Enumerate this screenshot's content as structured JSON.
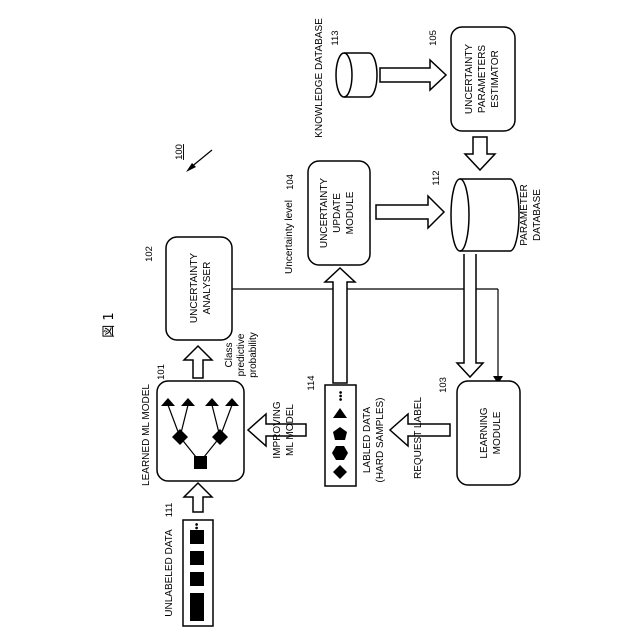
{
  "figure": {
    "label": "図 1",
    "system_ref": "100"
  },
  "components": {
    "unlabeled_data": {
      "label": "UNLABELED DATA",
      "ref": "111",
      "ellipsis": "•••"
    },
    "learned_model": {
      "label": "LEARNED ML MODEL",
      "ref": "101"
    },
    "uncertainty_analyser": {
      "line1": "UNCERTAINTY",
      "line2": "ANALYSER",
      "ref": "102"
    },
    "learning_module": {
      "line1": "LEARNING",
      "line2": "MODULE",
      "ref": "103"
    },
    "uncertainty_update": {
      "line1": "UNCERTAINTY",
      "line2": "UPDATE",
      "line3": "MODULE",
      "ref": "104"
    },
    "param_estimator": {
      "line1": "UNCERTAINTY",
      "line2": "PARAMETERS",
      "line3": "ESTIMATOR",
      "ref": "105"
    },
    "knowledge_db": {
      "label": "KNOWLEDGE DATABASE",
      "ref": "113"
    },
    "parameter_db": {
      "line1": "PARAMETER",
      "line2": "DATABASE",
      "ref": "112"
    },
    "labeled_data": {
      "line1": "LABLED DATA",
      "line2": "(HARD SAMPLES)",
      "ref": "114",
      "ellipsis": "•••"
    }
  },
  "flow_labels": {
    "improving": {
      "line1": "IMPROVING",
      "line2": "ML MODEL"
    },
    "request_label": "REQUEST LABEL",
    "class_prob": {
      "line1": "Class",
      "line2": "predictive",
      "line3": "probability"
    },
    "uncertainty_level": "Uncertainty level"
  }
}
